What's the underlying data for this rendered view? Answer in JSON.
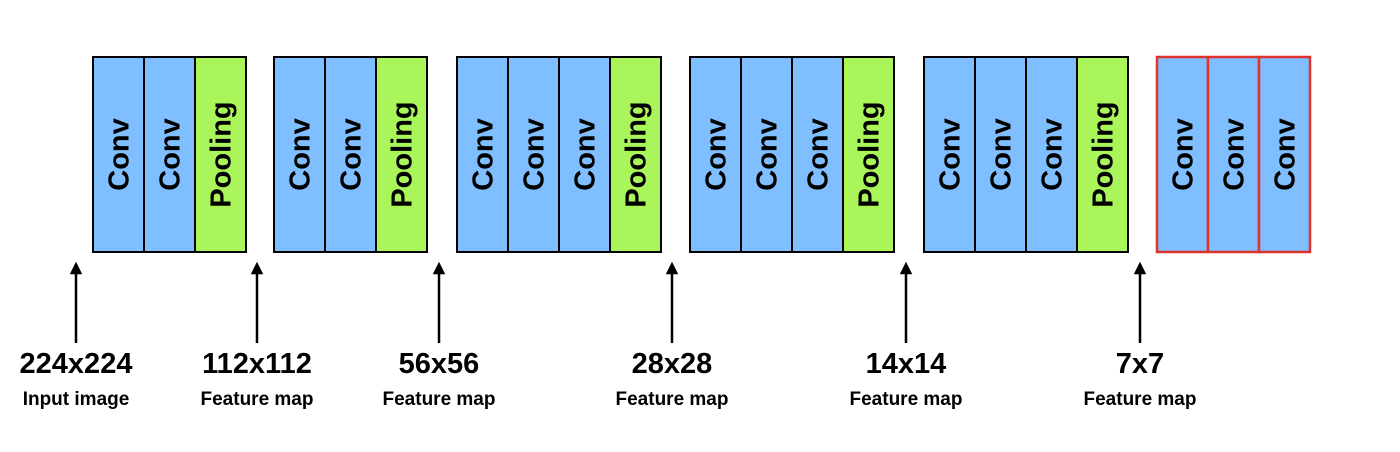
{
  "colors": {
    "conv": "#80bfff",
    "pooling": "#aaf55a",
    "stroke": "#000000",
    "highlight_stroke": "#e0332c",
    "arrow": "#000000"
  },
  "blocks": [
    {
      "layers": [
        {
          "type": "conv",
          "label": "Conv"
        },
        {
          "type": "conv",
          "label": "Conv"
        },
        {
          "type": "pooling",
          "label": "Pooling"
        }
      ]
    },
    {
      "layers": [
        {
          "type": "conv",
          "label": "Conv"
        },
        {
          "type": "conv",
          "label": "Conv"
        },
        {
          "type": "pooling",
          "label": "Pooling"
        }
      ]
    },
    {
      "layers": [
        {
          "type": "conv",
          "label": "Conv"
        },
        {
          "type": "conv",
          "label": "Conv"
        },
        {
          "type": "conv",
          "label": "Conv"
        },
        {
          "type": "pooling",
          "label": "Pooling"
        }
      ]
    },
    {
      "layers": [
        {
          "type": "conv",
          "label": "Conv"
        },
        {
          "type": "conv",
          "label": "Conv"
        },
        {
          "type": "conv",
          "label": "Conv"
        },
        {
          "type": "pooling",
          "label": "Pooling"
        }
      ]
    },
    {
      "layers": [
        {
          "type": "conv",
          "label": "Conv"
        },
        {
          "type": "conv",
          "label": "Conv"
        },
        {
          "type": "conv",
          "label": "Conv"
        },
        {
          "type": "pooling",
          "label": "Pooling"
        }
      ]
    },
    {
      "highlighted": true,
      "layers": [
        {
          "type": "conv",
          "label": "Conv"
        },
        {
          "type": "conv",
          "label": "Conv"
        },
        {
          "type": "conv",
          "label": "Conv"
        }
      ]
    }
  ],
  "markers": [
    {
      "size": "224x224",
      "caption": "Input image"
    },
    {
      "size": "112x112",
      "caption": "Feature map"
    },
    {
      "size": "56x56",
      "caption": "Feature map"
    },
    {
      "size": "28x28",
      "caption": "Feature map"
    },
    {
      "size": "14x14",
      "caption": "Feature map"
    },
    {
      "size": "7x7",
      "caption": "Feature map"
    }
  ]
}
